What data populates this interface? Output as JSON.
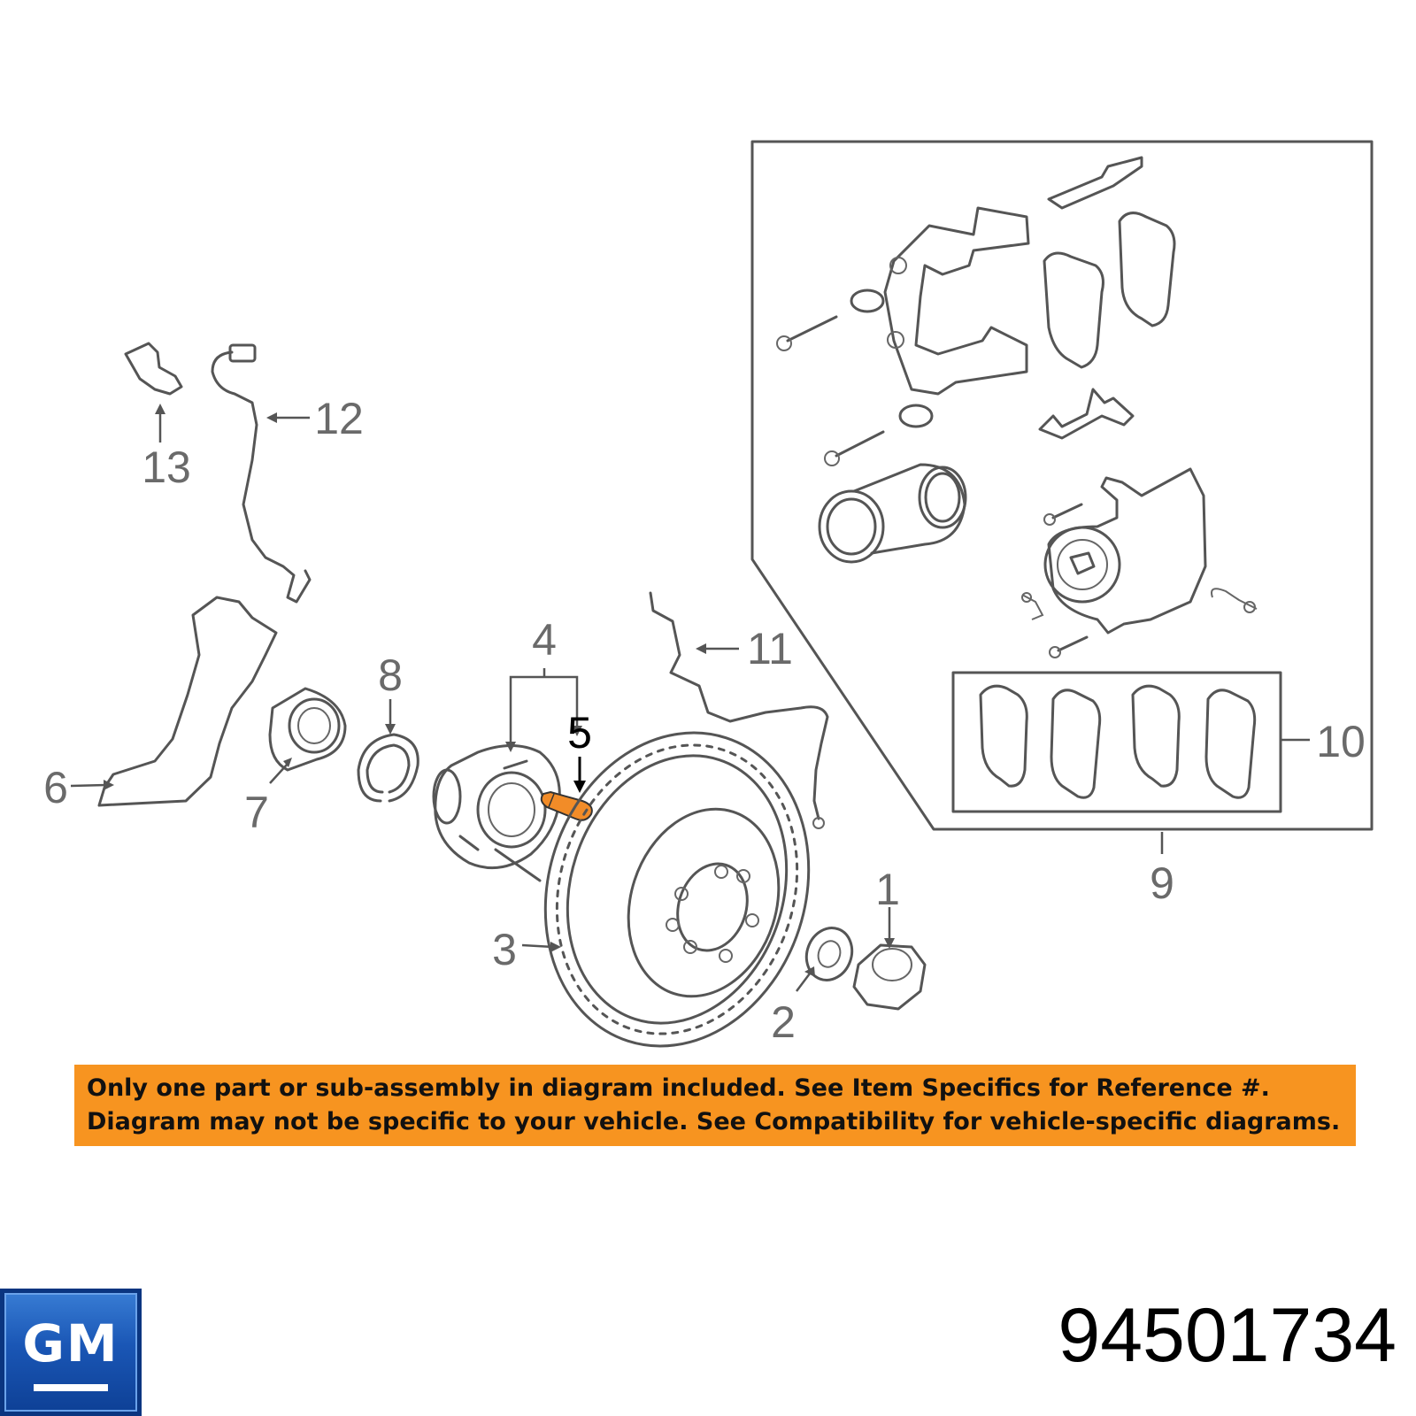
{
  "callouts": {
    "c1": "1",
    "c2": "2",
    "c3": "3",
    "c4": "4",
    "c5": "5",
    "c6": "6",
    "c7": "7",
    "c8": "8",
    "c9": "9",
    "c10": "10",
    "c11": "11",
    "c12": "12",
    "c13": "13"
  },
  "highlighted_callout": "5",
  "highlight_color": "#f28c28",
  "notice": {
    "line1": "Only one part or sub-assembly in diagram included. See Item Specifics for Reference #.",
    "line2": "Diagram may not be specific to your vehicle. See Compatibility for vehicle-specific diagrams.",
    "background": "#f79420"
  },
  "brand": {
    "logo_text": "GM",
    "logo_color": "#1a56b5"
  },
  "part_number": "94501734"
}
